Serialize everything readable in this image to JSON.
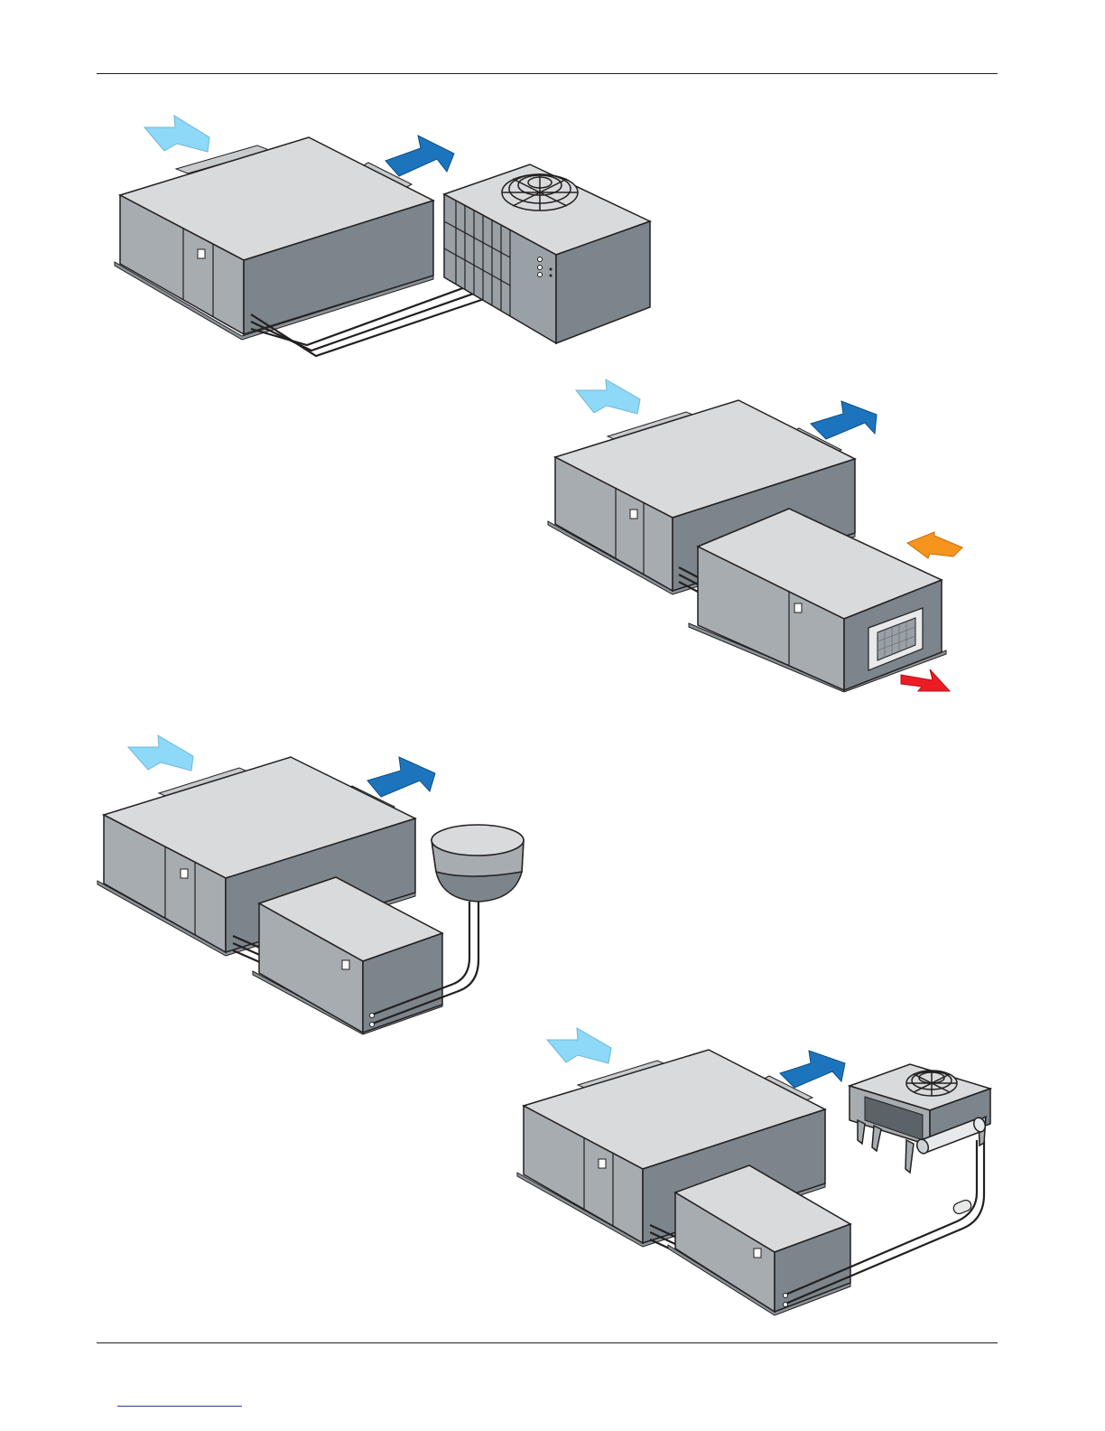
{
  "colors": {
    "unit_top": "#d9dadb",
    "unit_front": "#a7acb0",
    "unit_side": "#7b858b",
    "outline": "#231f20",
    "return_air_arrow": "#8ed8f8",
    "supply_air_arrow": "#1c75bc",
    "outdoor_air_in_arrow": "#f7941d",
    "exhaust_air_arrow": "#ed1c24",
    "link_underline": "#2a3f9d"
  },
  "icons": {
    "return_air": "arrow-light-blue",
    "supply_air": "arrow-dark-blue",
    "outdoor_air": "arrow-orange",
    "exhaust_air": "arrow-red",
    "fan": "fan-grille",
    "cooling_tower": "cooling-tower",
    "door_latch": "latch"
  },
  "diagram": {
    "configurations": [
      {
        "id": "air-cooled-condensing-unit",
        "components": [
          "indoor-unit",
          "condensing-unit",
          "refrigerant-lines"
        ]
      },
      {
        "id": "air-cooled-condenser-module",
        "components": [
          "indoor-unit",
          "condenser-module",
          "refrigerant-lines"
        ]
      },
      {
        "id": "water-cooled-with-cooling-tower",
        "components": [
          "indoor-unit",
          "condenser-section",
          "cooling-tower",
          "water-lines"
        ]
      },
      {
        "id": "remote-air-cooled-condenser",
        "components": [
          "indoor-unit",
          "condenser-section",
          "remote-condenser",
          "receiver",
          "refrigerant-lines"
        ]
      }
    ]
  }
}
